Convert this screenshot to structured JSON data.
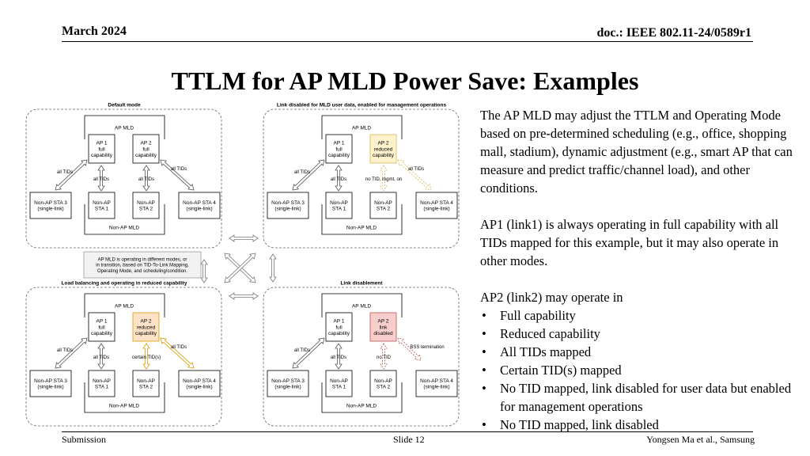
{
  "header": {
    "date": "March 2024",
    "doc": "doc.: IEEE 802.11-24/0589r1"
  },
  "title": "TTLM for AP MLD Power Save: Examples",
  "body": {
    "p1": "The AP MLD may adjust the TTLM and Operating Mode based on pre-determined scheduling (e.g., office, shopping mall, stadium), dynamic adjustment (e.g., smart AP that can measure and predict traffic/channel load), and other conditions.",
    "p2": "AP1 (link1) is always operating in full capability with all TIDs mapped for this example, but it may also operate in other modes.",
    "p3": "AP2 (link2) may operate in",
    "bullets": [
      "Full capability",
      "Reduced capability",
      "All TIDs mapped",
      "Certain TID(s) mapped",
      "No TID mapped, link disabled for user data but enabled for management operations",
      "No TID mapped, link disabled"
    ]
  },
  "footer": {
    "left": "Submission",
    "slide": "Slide 12",
    "author": "Yongsen Ma et al., Samsung"
  },
  "diagram": {
    "center_note": [
      "AP MLD is operating in different modes, or",
      "in transition, based on TID-To-Link Mapping,",
      "Operating Mode, and scheduling/condition."
    ],
    "common": {
      "ap_mld": "AP MLD",
      "non_ap_mld": "Non-AP MLD",
      "ap1": [
        "AP 1",
        "full",
        "capability"
      ],
      "sta1": [
        "Non-AP",
        "STA 1"
      ],
      "sta2": [
        "Non-AP",
        "STA 2"
      ],
      "sta3": [
        "Non-AP STA 3",
        "(single-link)"
      ],
      "sta4": [
        "Non-AP STA 4",
        "(single-link)"
      ],
      "all_tids": "all TIDs"
    },
    "quadrants": [
      {
        "title": "Default mode",
        "ap2": [
          "AP 2",
          "full",
          "capability"
        ],
        "ap2_fill": "#ffffff",
        "ap2_stroke": "#000000",
        "link2_label": "all TIDs",
        "link2_style": "solid",
        "extra": ""
      },
      {
        "title": "Link disabled for MLD user data, enabled for management operations",
        "ap2": [
          "AP 2",
          "reduced",
          "capability"
        ],
        "ap2_fill": "#fff2cc",
        "ap2_stroke": "#d6b656",
        "link2_label": "no TID, mgmt. on",
        "link2_style": "dashed",
        "extra": ""
      },
      {
        "title": "Load balancing and operating in reduced capability",
        "ap2": [
          "AP 2",
          "reduced",
          "capability"
        ],
        "ap2_fill": "#fde2c8",
        "ap2_stroke": "#d79b00",
        "link2_label": "certain TID(s)",
        "link2_style": "solid",
        "extra": ""
      },
      {
        "title": "Link disablement",
        "ap2": [
          "AP 2",
          "link",
          "disabled"
        ],
        "ap2_fill": "#f8cecc",
        "ap2_stroke": "#b85450",
        "link2_label": "no TID",
        "link2_style": "dashed",
        "extra": "BSS termination"
      }
    ]
  }
}
